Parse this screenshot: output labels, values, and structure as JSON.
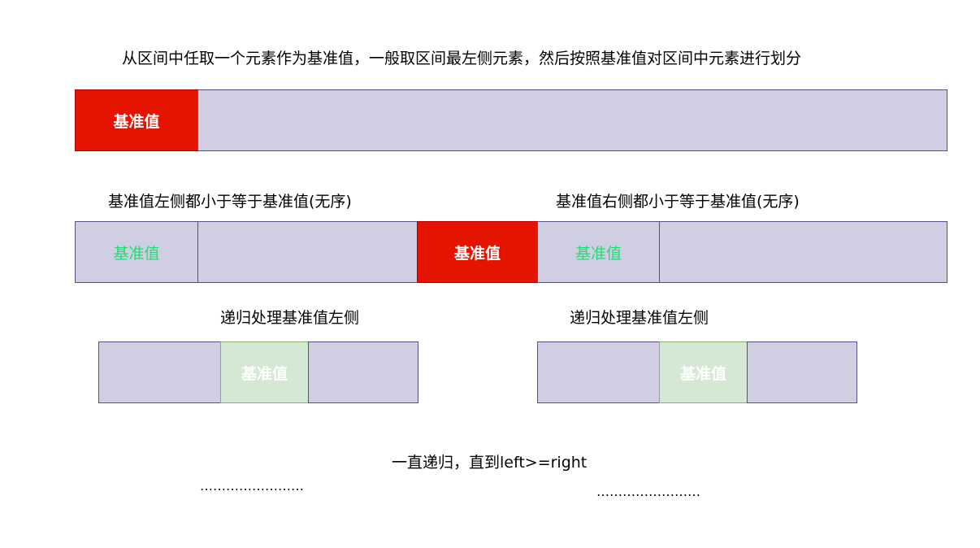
{
  "header": {
    "description": "从区间中任取一个元素作为基准值，一般取区间最左侧元素，然后按照基准值对区间中元素进行划分"
  },
  "row1": {
    "pivot_label": "基准值"
  },
  "row2": {
    "left_caption": "基准值左侧都小于等于基准值(无序)",
    "right_caption": "基准值右侧都小于等于基准值(无序)",
    "left_cell_label": "基准值",
    "pivot_label": "基准值",
    "right_cell_label": "基准值"
  },
  "row3": {
    "left_caption": "递归处理基准值左侧",
    "right_caption": "递归处理基准值左侧",
    "left_pivot_label": "基准值",
    "right_pivot_label": "基准值"
  },
  "footer": {
    "recursion_note": "一直递归，直到left>=right",
    "left_dots": "……………………",
    "right_dots": "……………………"
  },
  "colors": {
    "pivot_red": "#e51400",
    "cell_lavender": "#d0cee2",
    "pivot_green": "#d5e8d4",
    "green_text": "#1ae06e"
  }
}
